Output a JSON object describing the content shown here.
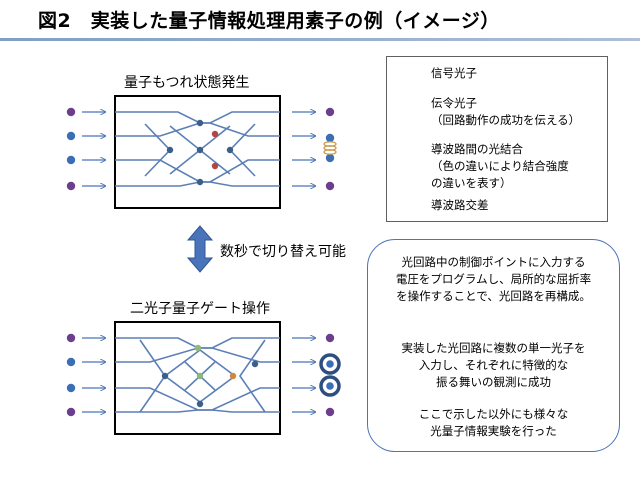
{
  "title": "図2　実装した量子情報処理用素子の例（イメージ）",
  "top_panel": {
    "label": "量子もつれ状態発生"
  },
  "bottom_panel": {
    "label": "二光子量子ゲート操作"
  },
  "switch": {
    "label": "数秒で切り替え可能"
  },
  "legend": {
    "signal_photon": "信号光子",
    "herald_photon": [
      "伝令光子",
      "（回路動作の成功を伝える）"
    ],
    "coupler": [
      "導波路間の光結合",
      "（色の違いにより結合強度",
      "の違いを表す）"
    ],
    "crossing": "導波路交差"
  },
  "info": {
    "para1": [
      "光回路中の制御ポイントに入力する",
      "電圧をプログラムし、局所的な屈折率",
      "を操作することで、光回路を再構成。"
    ],
    "para2": [
      "実装した光回路に複数の単一光子を",
      "入力し、それぞれに特徴的な",
      "振る舞いの観測に成功"
    ],
    "para3": [
      "ここで示した以外にも様々な",
      "光量子情報実験を行った"
    ]
  },
  "colors": {
    "signal": "#3a6fb6",
    "herald": "#6b3f8e",
    "waveguide": "#5b7fb6",
    "coupler_dark": "#3c5f8a",
    "coupler_red": "#b4463f",
    "coupler_green": "#8cb87b",
    "coupler_orange": "#d0883f",
    "box_border": "#4d73b8",
    "arrow": "#4a74ba"
  },
  "icons": {
    "switch_arrow": "double-arrow-vertical-icon",
    "down_arrow": "down-arrow-icon",
    "crossing": "x-cross-icon",
    "coupler": "coupler-ring-icon"
  }
}
